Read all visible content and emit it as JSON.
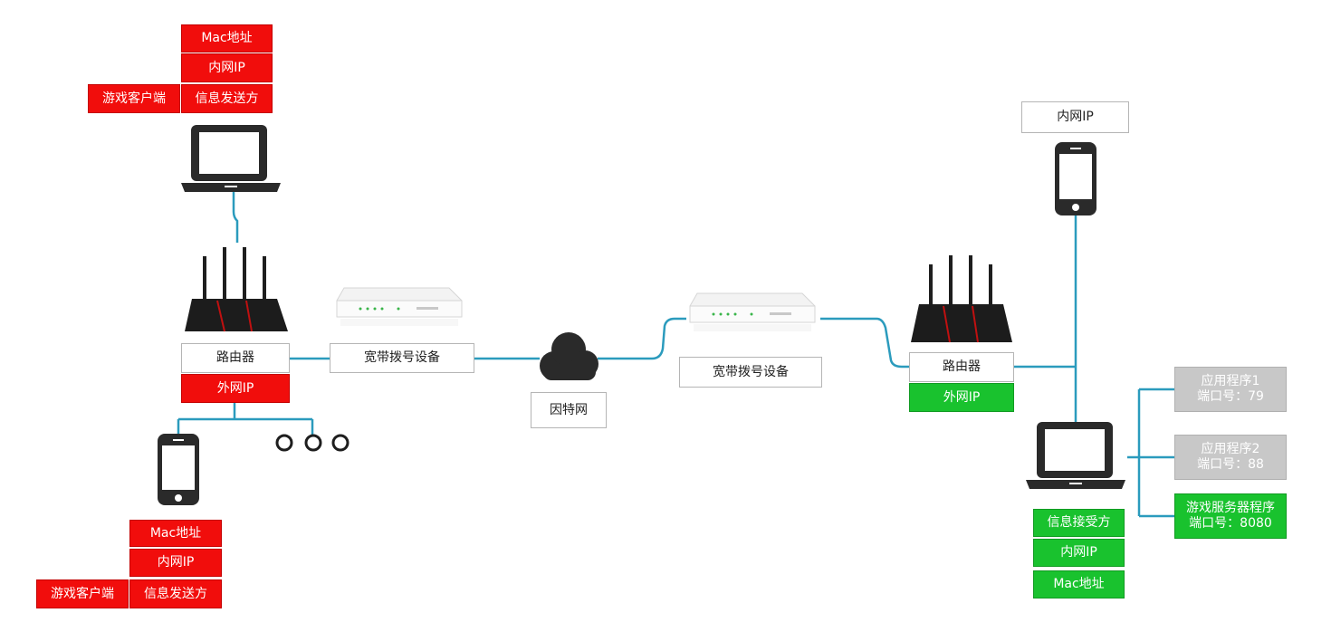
{
  "colors": {
    "line": "#2b9bbd",
    "red": "#f10d0c",
    "green": "#19c22e",
    "gray": "#c8c8c8",
    "device": "#2a2a2a"
  },
  "left_client": {
    "mac": "Mac地址",
    "lan_ip": "内网IP",
    "game_client": "游戏客户端",
    "sender": "信息发送方"
  },
  "left_router": {
    "label": "路由器",
    "wan_ip": "外网IP"
  },
  "left_modem": {
    "label": "宽带拨号设备"
  },
  "internet": {
    "label": "因特网"
  },
  "left_phone": {
    "mac": "Mac地址",
    "lan_ip": "内网IP",
    "game_client": "游戏客户端",
    "sender": "信息发送方"
  },
  "right_modem": {
    "label": "宽带拨号设备"
  },
  "right_router": {
    "label": "路由器",
    "wan_ip": "外网IP"
  },
  "right_phone": {
    "lan_ip": "内网IP"
  },
  "server": {
    "receiver": "信息接受方",
    "lan_ip": "内网IP",
    "mac": "Mac地址"
  },
  "apps": [
    {
      "name": "应用程序1",
      "port": "端口号：79"
    },
    {
      "name": "应用程序2",
      "port": "端口号：88"
    },
    {
      "name": "游戏服务器程序",
      "port": "端口号：8080"
    }
  ],
  "icons": {
    "laptop": "laptop-icon",
    "phone": "smartphone-icon",
    "router": "router-icon",
    "modem": "modem-icon",
    "cloud": "cloud-icon",
    "more": "more-devices-icon"
  }
}
